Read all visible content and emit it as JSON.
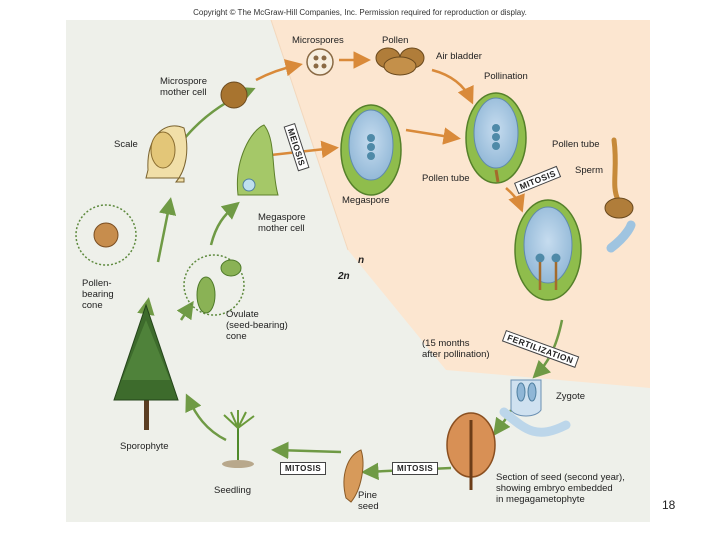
{
  "copyright": "Copyright © The McGraw-Hill Companies, Inc. Permission required for reproduction or display.",
  "slide_number": "18",
  "ploidy": {
    "haploid": "n",
    "diploid": "2n"
  },
  "labels": {
    "microspores": "Microspores",
    "pollen": "Pollen",
    "air_bladder": "Air bladder",
    "pollination": "Pollination",
    "microspore_mother_cell": "Microspore\nmother cell",
    "scale": "Scale",
    "pollen_tube_1": "Pollen tube",
    "pollen_tube_2": "Pollen tube",
    "sperm": "Sperm",
    "megaspore": "Megaspore",
    "megaspore_mother_cell": "Megaspore\nmother cell",
    "pollen_bearing_cone": "Pollen-\nbearing\ncone",
    "ovulate_cone": "Ovulate\n(seed-bearing)\ncone",
    "fifteen_months": "(15 months\nafter pollination)",
    "zygote": "Zygote",
    "sporophyte": "Sporophyte",
    "seedling": "Seedling",
    "pine_seed": "Pine\nseed",
    "section_of_seed": "Section of seed (second year),\nshowing embryo embedded\nin megagametophyte"
  },
  "process_labels": {
    "meiosis": "MEIOSIS",
    "mitosis_top": "MITOSIS",
    "fertilization": "FERTILIZATION",
    "mitosis_seed": "MITOSIS",
    "mitosis_seedling": "MITOSIS"
  },
  "colors": {
    "haploid_bg": "#fce6d0",
    "diploid_bg": "#eef0ea",
    "arrow_green": "#6f9a45",
    "arrow_orange": "#d98a3a",
    "arrow_blue": "#9fc4e0"
  }
}
